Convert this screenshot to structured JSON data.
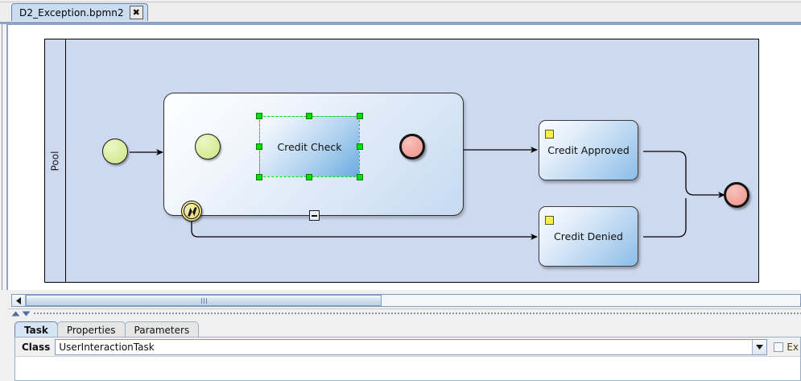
{
  "editor": {
    "document_tab": {
      "label": "D2_Exception.bpmn2",
      "close_icon": "close-icon",
      "close_glyph": "✖"
    }
  },
  "diagram": {
    "pool": {
      "label": "Pool"
    },
    "nodes": [
      {
        "id": "start-outer",
        "type": "start-event",
        "label": ""
      },
      {
        "id": "subprocess",
        "type": "subprocess",
        "label": ""
      },
      {
        "id": "start-inner",
        "type": "start-event",
        "label": ""
      },
      {
        "id": "credit-check",
        "type": "task-selected",
        "label": "Credit Check"
      },
      {
        "id": "end-inner",
        "type": "end-event",
        "label": ""
      },
      {
        "id": "boundary-error",
        "type": "boundary-error-event",
        "label": ""
      },
      {
        "id": "credit-approved",
        "type": "task",
        "label": "Credit Approved"
      },
      {
        "id": "credit-denied",
        "type": "task",
        "label": "Credit Denied"
      },
      {
        "id": "end-outer",
        "type": "end-event",
        "label": ""
      }
    ],
    "markers": {
      "collapse": "minus",
      "task_marker": "user-task-marker"
    }
  },
  "scrollbar": {
    "left_arrow_icon": "arrow-left-icon",
    "thumb_grip_icon": "grip-icon"
  },
  "splitter": {
    "up_icon": "arrow-up-icon",
    "down_icon": "arrow-down-icon"
  },
  "properties": {
    "tabs": [
      {
        "label": "Task",
        "active": true
      },
      {
        "label": "Properties",
        "active": false
      },
      {
        "label": "Parameters",
        "active": false
      }
    ],
    "class_row": {
      "label": "Class",
      "value": "UserInteractionTask",
      "dropdown_icon": "chevron-down-icon",
      "external_label": "Ex",
      "external_checked": false
    }
  },
  "colors": {
    "pool_fill": "#ccd9ef",
    "task_accent": "#8bbde8",
    "selection_green": "#00e000",
    "start_event": "#cbe589",
    "end_event": "#ee948c",
    "boundary_event": "#ece28a",
    "task_marker_yellow": "#f5f14a",
    "active_tab": "#d6e5f6"
  }
}
